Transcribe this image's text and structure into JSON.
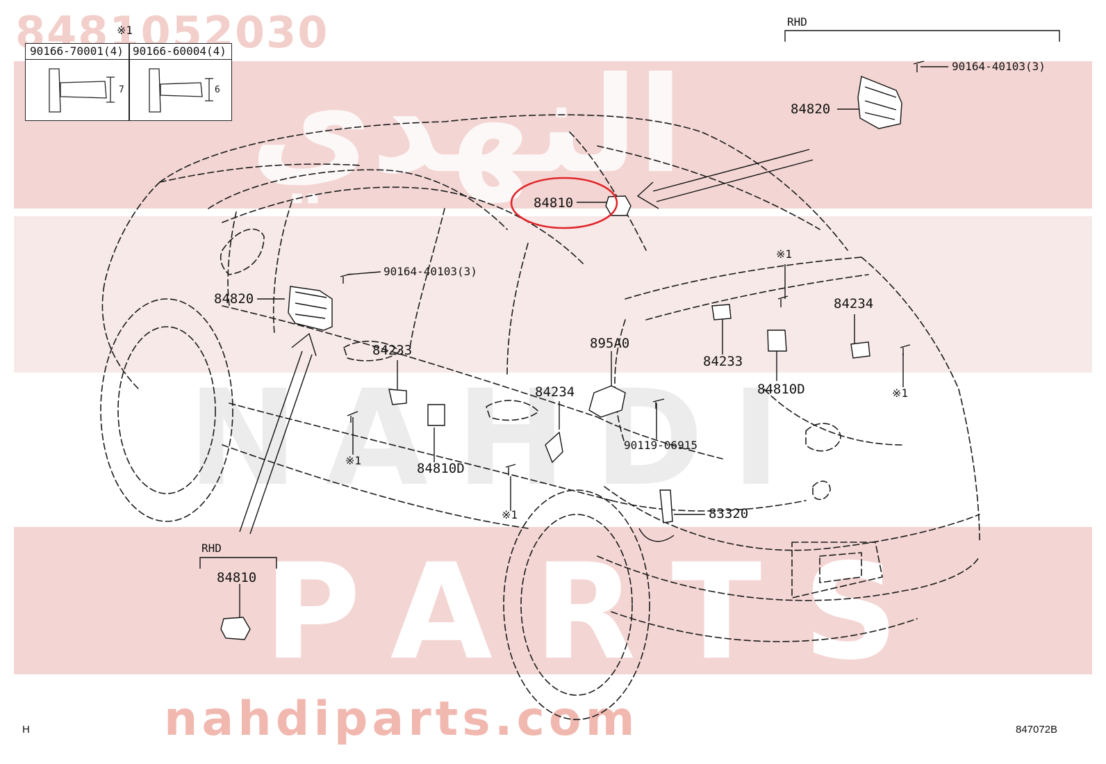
{
  "watermark": {
    "part_number": "8481052030",
    "arabic_brand": "النهدي",
    "brand_latin_1": "NAHDI",
    "brand_latin_2": "PARTS",
    "site": "nahdiparts.com"
  },
  "inset": {
    "marker": "※1",
    "bolts": [
      {
        "label": "90166-70001(4)",
        "dim": "7"
      },
      {
        "label": "90166-60004(4)",
        "dim": "6"
      }
    ]
  },
  "rhd_top": {
    "title": "RHD",
    "bolt_label": "90164-40103(3)",
    "part_label": "84820"
  },
  "rhd_bottom": {
    "title": "RHD",
    "part_label": "84810"
  },
  "callouts": {
    "switch_main_circled": "84810",
    "front_switch_assy": "84820",
    "front_bolt": "90164-40103(3)",
    "front_door_lamp_sw": "84233",
    "front_sw_sub": "84234",
    "front_marker_screw": "※1",
    "front_sw_d": "84810D",
    "rear_screw_marker": "※1",
    "sensor": "895A0",
    "bolt_06915": "90119-06915",
    "back_door_sw": "83320",
    "rear_lamp_sw": "84233",
    "rear_sw_d": "84810D",
    "rear_marker_top": "※1",
    "rear_marker_side": "※1",
    "rear_sub_sw": "84234"
  },
  "footer": {
    "left": "H",
    "right": "847072B"
  }
}
